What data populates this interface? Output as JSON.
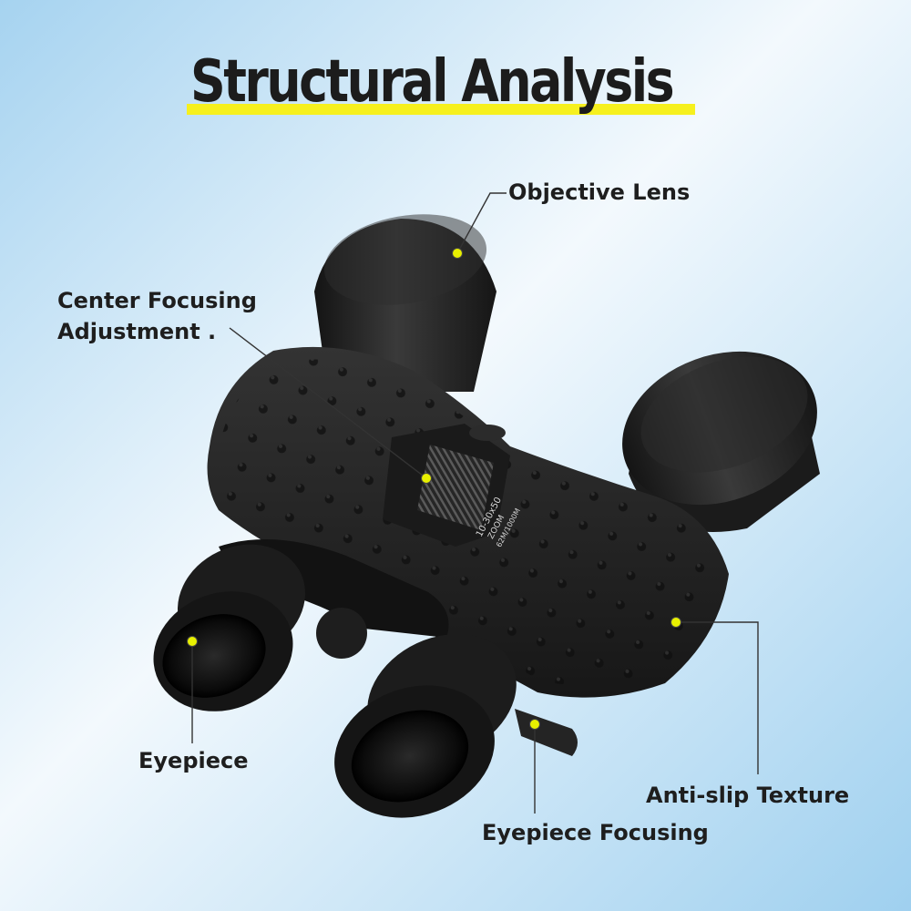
{
  "title": "Structural Analysis",
  "callouts": {
    "objective_lens": "Objective Lens",
    "center_focusing_line1": "Center Focusing",
    "center_focusing_line2": "Adjustment .",
    "eyepiece": "Eyepiece",
    "anti_slip": "Anti-slip Texture",
    "eyepiece_focusing": "Eyepiece Focusing"
  },
  "body_markings": {
    "line1": "10-30x50",
    "line2": "ZOOM",
    "line3": "62M/1000M"
  },
  "colors": {
    "background_top": "#a9d6f2",
    "background_center": "#f2f9fd",
    "title_highlight": "#f6f01e",
    "marker_dot": "#e8f000",
    "body": "#222222",
    "leader_line": "#333333"
  }
}
